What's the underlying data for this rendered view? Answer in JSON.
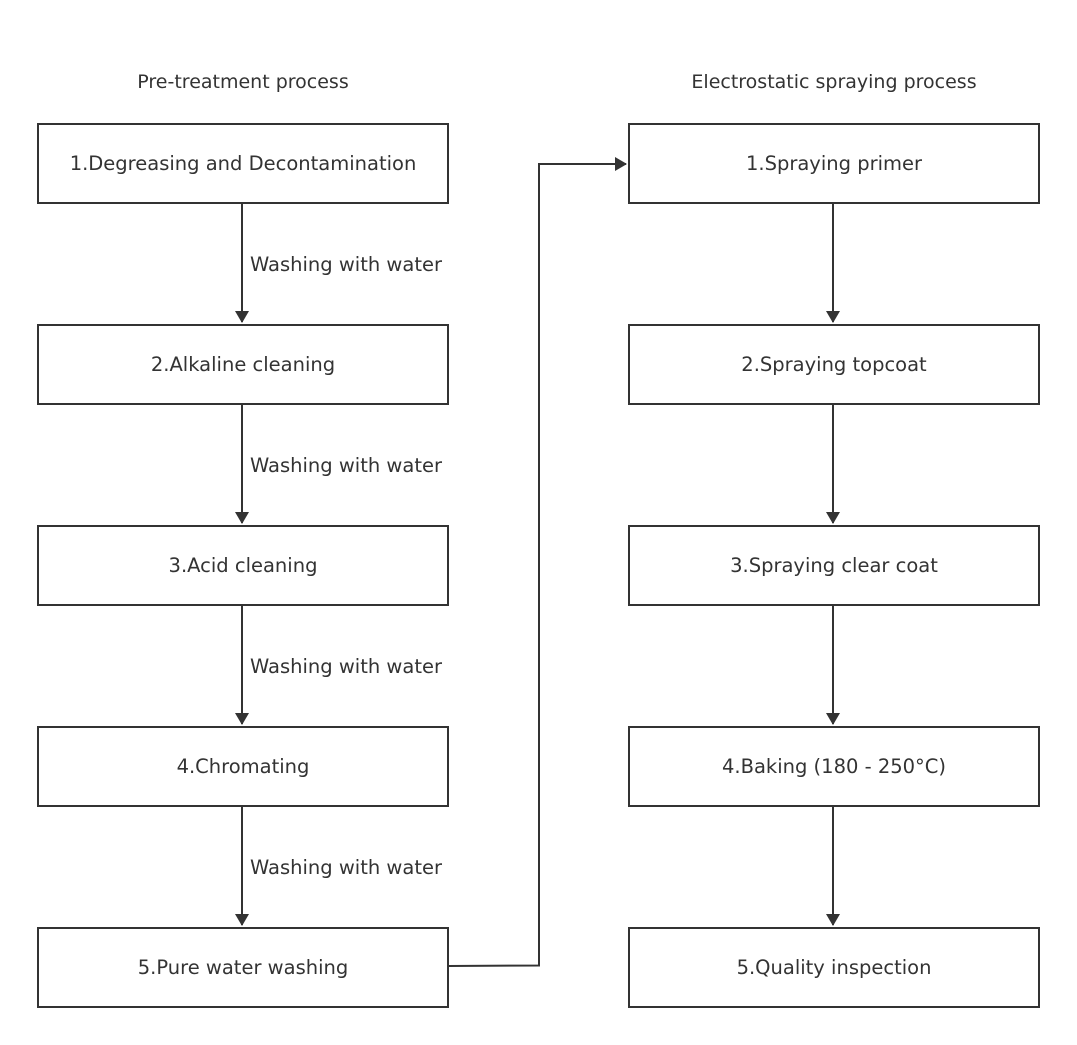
{
  "pretreatment": {
    "title": "Pre-treatment process",
    "steps": [
      "1.Degreasing and Decontamination",
      "2.Alkaline cleaning",
      "3.Acid cleaning",
      "4.Chromating",
      "5.Pure water washing"
    ],
    "transitions": [
      "Washing with water",
      "Washing with water",
      "Washing with water",
      "Washing with water"
    ]
  },
  "spraying": {
    "title": "Electrostatic spraying process",
    "steps": [
      "1.Spraying primer",
      "2.Spraying topcoat",
      "3.Spraying clear coat",
      "4.Baking (180 - 250°C)",
      "5.Quality inspection"
    ]
  },
  "colors": {
    "stroke": "#333333",
    "text": "#333333",
    "background": "#ffffff"
  }
}
